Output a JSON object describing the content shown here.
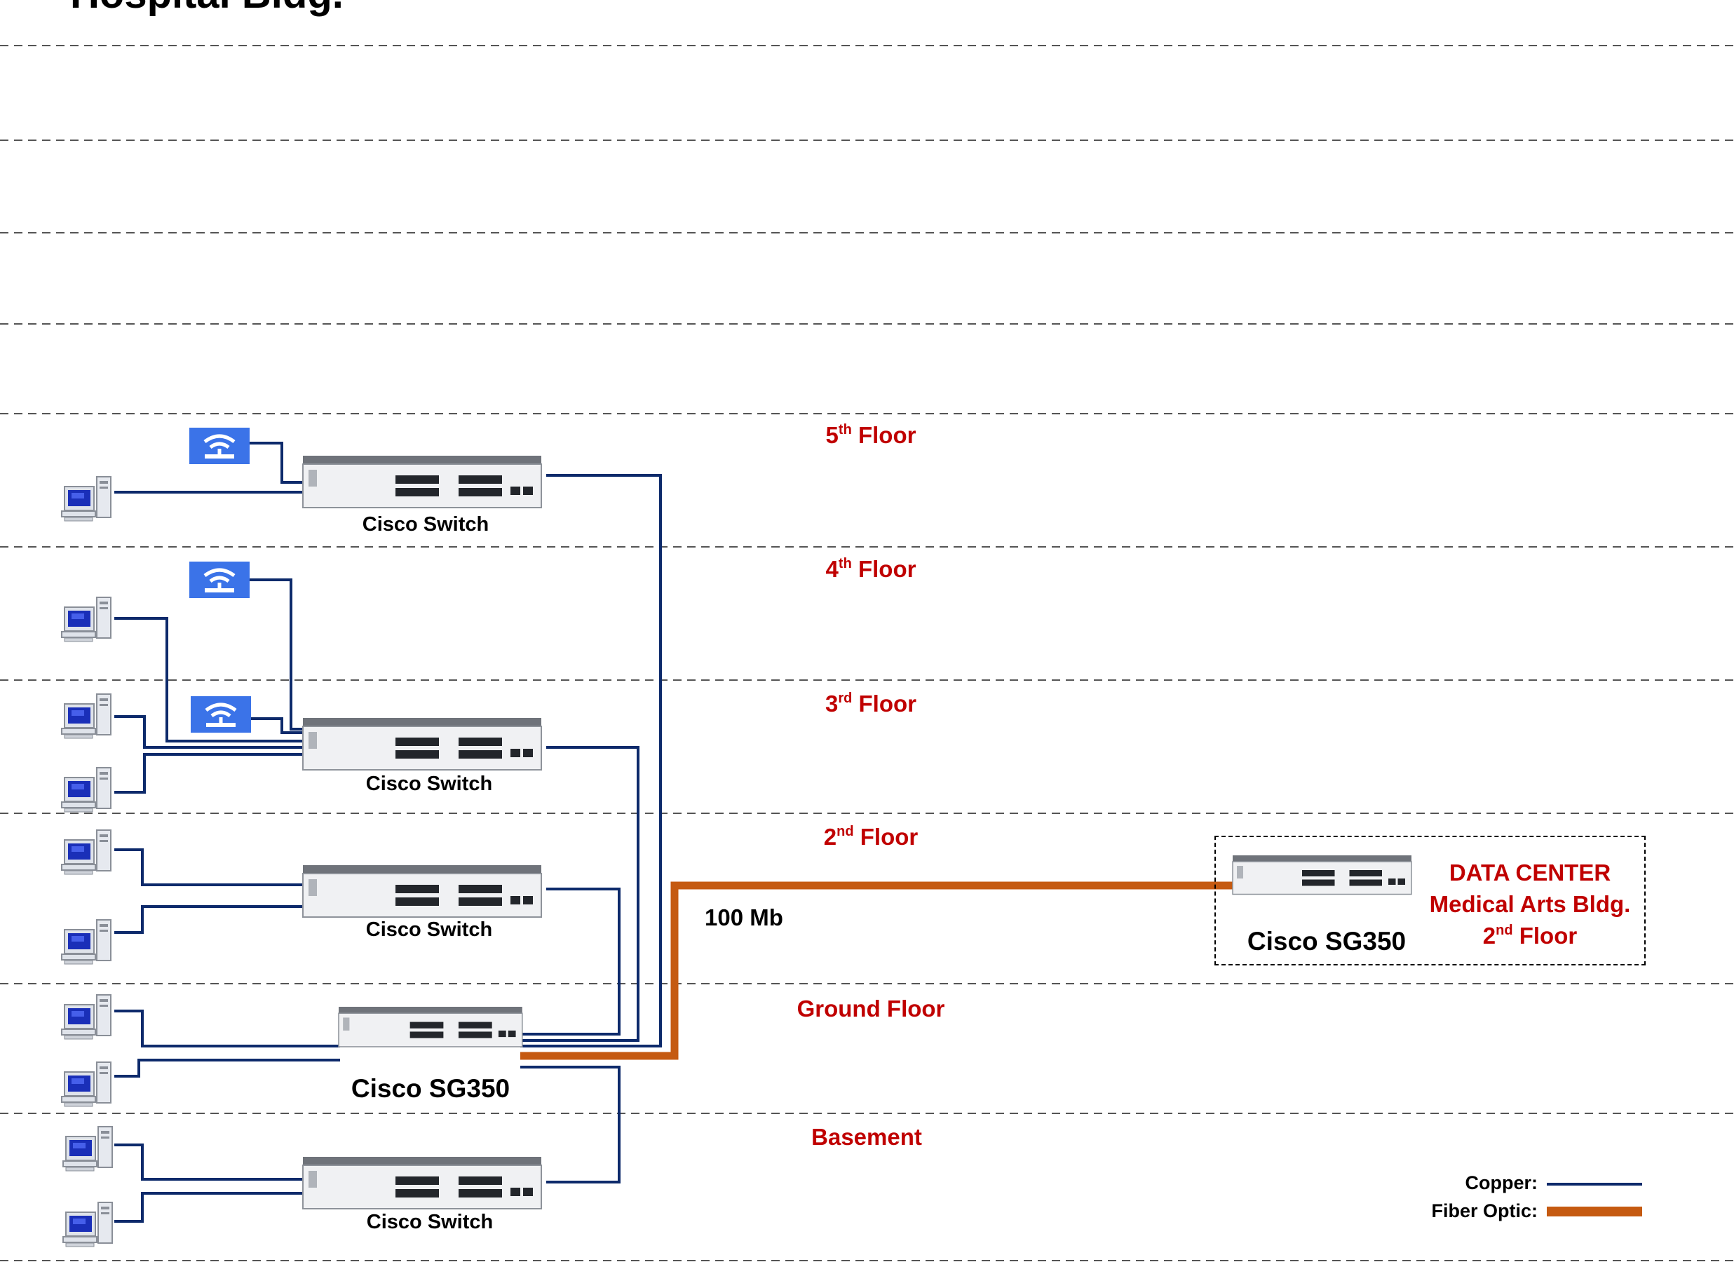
{
  "title": "Hospital Bldg.",
  "floors": [
    {
      "num": "5",
      "suffix": "th",
      "word": "Floor"
    },
    {
      "num": "4",
      "suffix": "th",
      "word": "Floor"
    },
    {
      "num": "3",
      "suffix": "rd",
      "word": "Floor"
    },
    {
      "num": "2",
      "suffix": "nd",
      "word": "Floor"
    },
    {
      "num": "",
      "suffix": "",
      "word": "Ground Floor"
    },
    {
      "num": "",
      "suffix": "",
      "word": "Basement"
    }
  ],
  "devices": {
    "switch_5": "Cisco Switch",
    "switch_3": "Cisco Switch",
    "switch_2": "Cisco Switch",
    "core": "Cisco SG350",
    "switch_basement": "Cisco Switch",
    "dc_switch": "Cisco SG350"
  },
  "link_speed": "100 Mb",
  "data_center": {
    "line1": "DATA CENTER",
    "line2": "Medical Arts Bldg.",
    "line3_num": "2",
    "line3_suffix": "nd",
    "line3_word": "Floor"
  },
  "legend": {
    "copper": "Copper:",
    "fiber": "Fiber Optic:"
  },
  "colors": {
    "copper": "#0d2a6b",
    "fiber": "#c55a11",
    "floor_label": "#c00000",
    "wifi": "#3b73e8"
  },
  "icons": {
    "computer": "desktop-computer-icon",
    "access_point": "wireless-access-point-icon",
    "switch": "network-switch-icon"
  }
}
